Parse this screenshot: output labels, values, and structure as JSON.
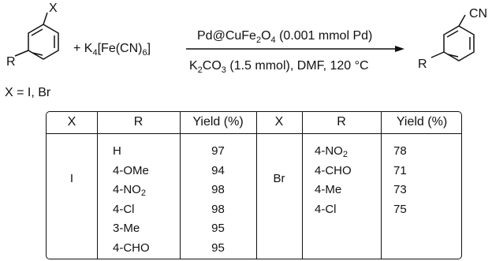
{
  "scheme": {
    "reactant_substituent_x": "X",
    "reactant_substituent_r": "R",
    "reagent_prefix": "+ K",
    "reagent_sub1": "4",
    "reagent_suffix": "[Fe(CN)",
    "reagent_sub2": "6",
    "reagent_close": "]",
    "catalyst_a": "Pd@CuFe",
    "catalyst_sub1": "2",
    "catalyst_b": "O",
    "catalyst_sub2": "4",
    "catalyst_c": " (0.001 mmol Pd)",
    "conditions_a": "K",
    "conditions_sub1": "2",
    "conditions_b": "CO",
    "conditions_sub2": "3",
    "conditions_c": " (1.5 mmol), DMF, 120 °C",
    "product_substituent_cn": "CN",
    "product_substituent_r": "R",
    "x_definition": "X = I, Br"
  },
  "table": {
    "headers": [
      "X",
      "R",
      "Yield (%)",
      "X",
      "R",
      "Yield (%)"
    ],
    "left_group": {
      "x": "I",
      "rows": [
        {
          "r": "H",
          "yield": "97"
        },
        {
          "r": "4-OMe",
          "yield": "94"
        },
        {
          "r_main": "4-NO",
          "r_sub": "2",
          "yield": "98"
        },
        {
          "r": "4-Cl",
          "yield": "98"
        },
        {
          "r": "3-Me",
          "yield": "95"
        },
        {
          "r": "4-CHO",
          "yield": "95"
        }
      ]
    },
    "right_group": {
      "x": "Br",
      "rows": [
        {
          "r_main": "4-NO",
          "r_sub": "2",
          "yield": "78"
        },
        {
          "r": "4-CHO",
          "yield": "71"
        },
        {
          "r": "4-Me",
          "yield": "73"
        },
        {
          "r": "4-Cl",
          "yield": "75"
        }
      ]
    }
  }
}
